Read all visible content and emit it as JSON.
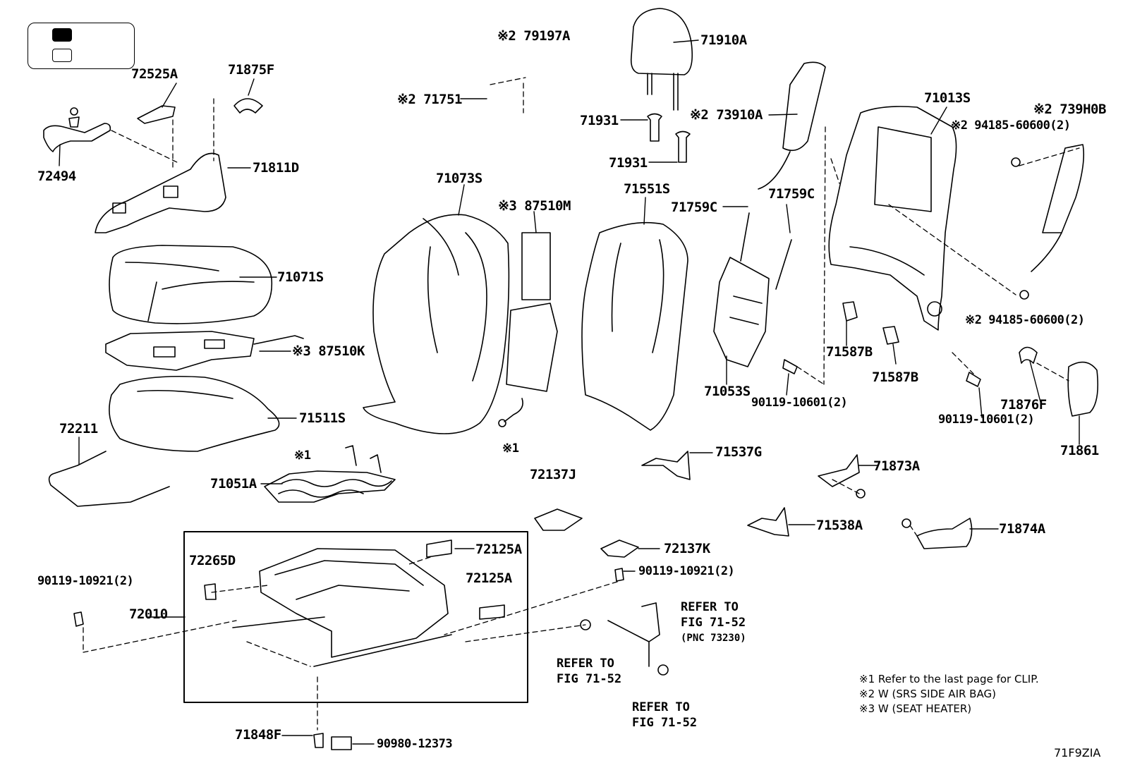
{
  "diagram_id": "71F9ZIA",
  "parts": [
    {
      "key": "p72525A",
      "text": "72525A"
    },
    {
      "key": "p71875F",
      "text": "71875F"
    },
    {
      "key": "p72494",
      "text": "72494"
    },
    {
      "key": "p71811D",
      "text": "71811D"
    },
    {
      "key": "p71071S",
      "text": "71071S"
    },
    {
      "key": "p87510K",
      "text": "※3 87510K"
    },
    {
      "key": "p71511S",
      "text": "71511S"
    },
    {
      "key": "p72211",
      "text": "72211"
    },
    {
      "key": "p71051A",
      "text": "71051A"
    },
    {
      "key": "clip1a",
      "text": "※1"
    },
    {
      "key": "p79197A",
      "text": "※2 79197A"
    },
    {
      "key": "p71751",
      "text": "※2 71751"
    },
    {
      "key": "p71073S",
      "text": "71073S"
    },
    {
      "key": "p87510M",
      "text": "※3 87510M"
    },
    {
      "key": "clip1b",
      "text": "※1"
    },
    {
      "key": "p71910A",
      "text": "71910A"
    },
    {
      "key": "p71931a",
      "text": "71931"
    },
    {
      "key": "p71931b",
      "text": "71931"
    },
    {
      "key": "p73910A",
      "text": "※2 73910A"
    },
    {
      "key": "p71551S",
      "text": "71551S"
    },
    {
      "key": "p71759Ca",
      "text": "71759C"
    },
    {
      "key": "p71759Cb",
      "text": "71759C"
    },
    {
      "key": "p71013S",
      "text": "71013S"
    },
    {
      "key": "p739H0B",
      "text": "※2 739H0B"
    },
    {
      "key": "p94185a",
      "text": "※2 94185-60600(2)"
    },
    {
      "key": "p94185b",
      "text": "※2 94185-60600(2)"
    },
    {
      "key": "p71053S",
      "text": "71053S"
    },
    {
      "key": "p90119_10601a",
      "text": "90119-10601(2)"
    },
    {
      "key": "p71587Ba",
      "text": "71587B"
    },
    {
      "key": "p71587Bb",
      "text": "71587B"
    },
    {
      "key": "p90119_10601b",
      "text": "90119-10601(2)"
    },
    {
      "key": "p71876F",
      "text": "71876F"
    },
    {
      "key": "p71861",
      "text": "71861"
    },
    {
      "key": "p71537G",
      "text": "71537G"
    },
    {
      "key": "p71873A",
      "text": "71873A"
    },
    {
      "key": "p72137J",
      "text": "72137J"
    },
    {
      "key": "p71538A",
      "text": "71538A"
    },
    {
      "key": "p71874A",
      "text": "71874A"
    },
    {
      "key": "p72125Aa",
      "text": "72125A"
    },
    {
      "key": "p72125Ab",
      "text": "72125A"
    },
    {
      "key": "p72265D",
      "text": "72265D"
    },
    {
      "key": "p90119_10921a",
      "text": "90119-10921(2)"
    },
    {
      "key": "p72010",
      "text": "72010"
    },
    {
      "key": "p72137K",
      "text": "72137K"
    },
    {
      "key": "p90119_10921b",
      "text": "90119-10921(2)"
    },
    {
      "key": "p71848F",
      "text": "71848F"
    },
    {
      "key": "p90980",
      "text": "90980-12373"
    }
  ],
  "refers": [
    {
      "line1": "REFER TO",
      "line2": "FIG 71-52",
      "line3": "(PNC 73230)"
    },
    {
      "line1": "REFER TO",
      "line2": "FIG 71-52"
    },
    {
      "line1": "REFER TO",
      "line2": "FIG 71-52"
    }
  ],
  "notes": [
    "※1  Refer to the last page for CLIP.",
    "※2  W (SRS SIDE AIR BAG)",
    "※3  W (SEAT HEATER)"
  ]
}
